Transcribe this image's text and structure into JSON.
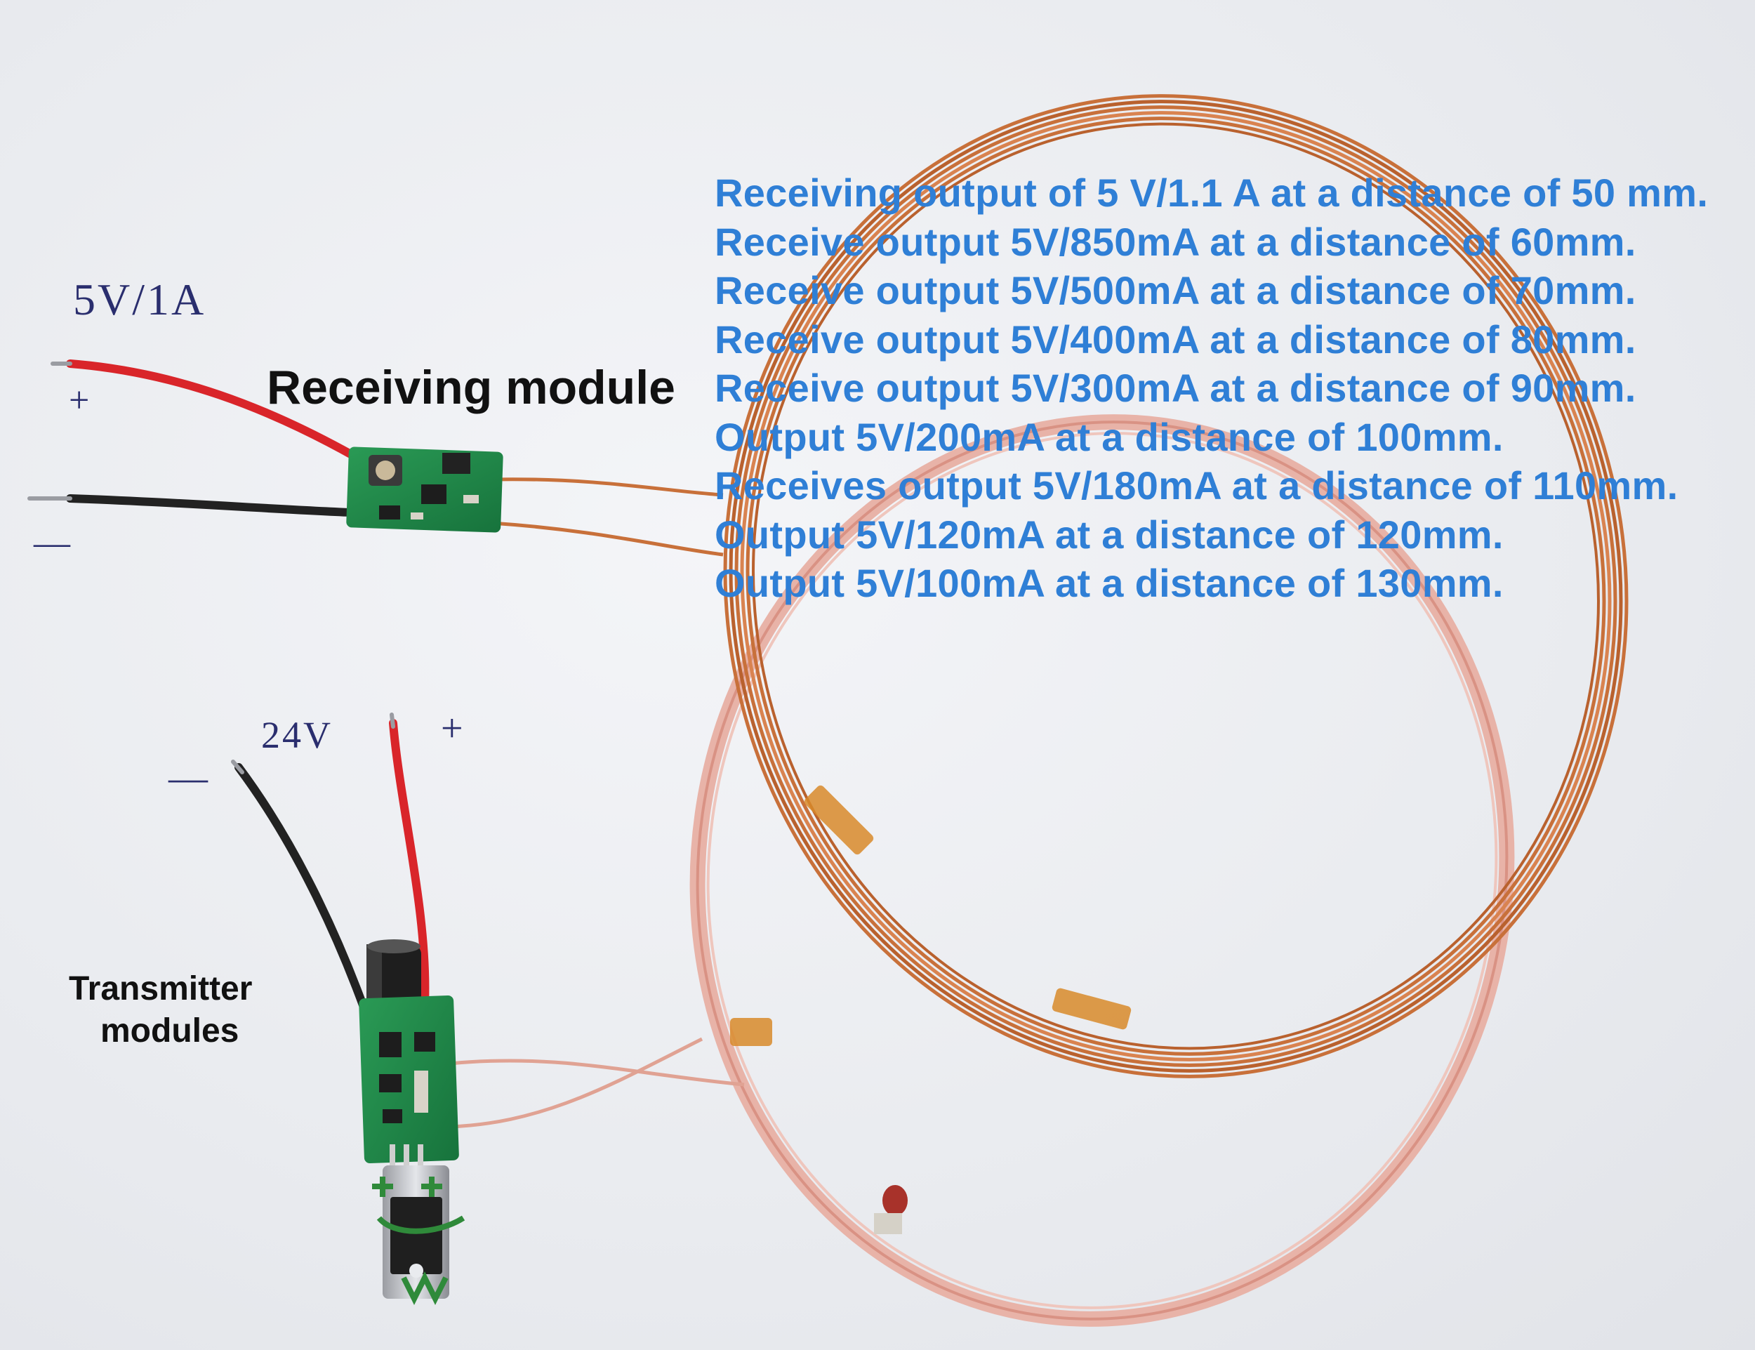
{
  "labels": {
    "receiver_rating": "5V/1A",
    "receiver_plus": "+",
    "receiver_minus": "—",
    "receiver_title": "Receiving module",
    "transmitter_voltage": "24V",
    "transmitter_plus": "+",
    "transmitter_minus": "—",
    "transmitter_title_line1": "Transmitter",
    "transmitter_title_line2": "modules"
  },
  "specs": [
    "Receiving output of 5 V/1.1 A at a distance of 50 mm.",
    "Receive output 5V/850mA at a distance of 60mm.",
    "Receive output 5V/500mA at a distance of 70mm.",
    "Receive output 5V/400mA at a distance of 80mm.",
    "Receive output 5V/300mA at a distance of 90mm.",
    "Output 5V/200mA at a distance of 100mm.",
    "Receives output 5V/180mA at a distance of 110mm.",
    "Output 5V/120mA at a distance of 120mm.",
    "Output 5V/100mA at a distance of 130mm."
  ],
  "colors": {
    "spec_text": "#2f7fd6",
    "copper_coil": "#c8703a",
    "litz_coil": "#e3a69a",
    "pcb_green": "#1f8a4a",
    "wire_red": "#d9252a",
    "wire_black": "#222222"
  }
}
